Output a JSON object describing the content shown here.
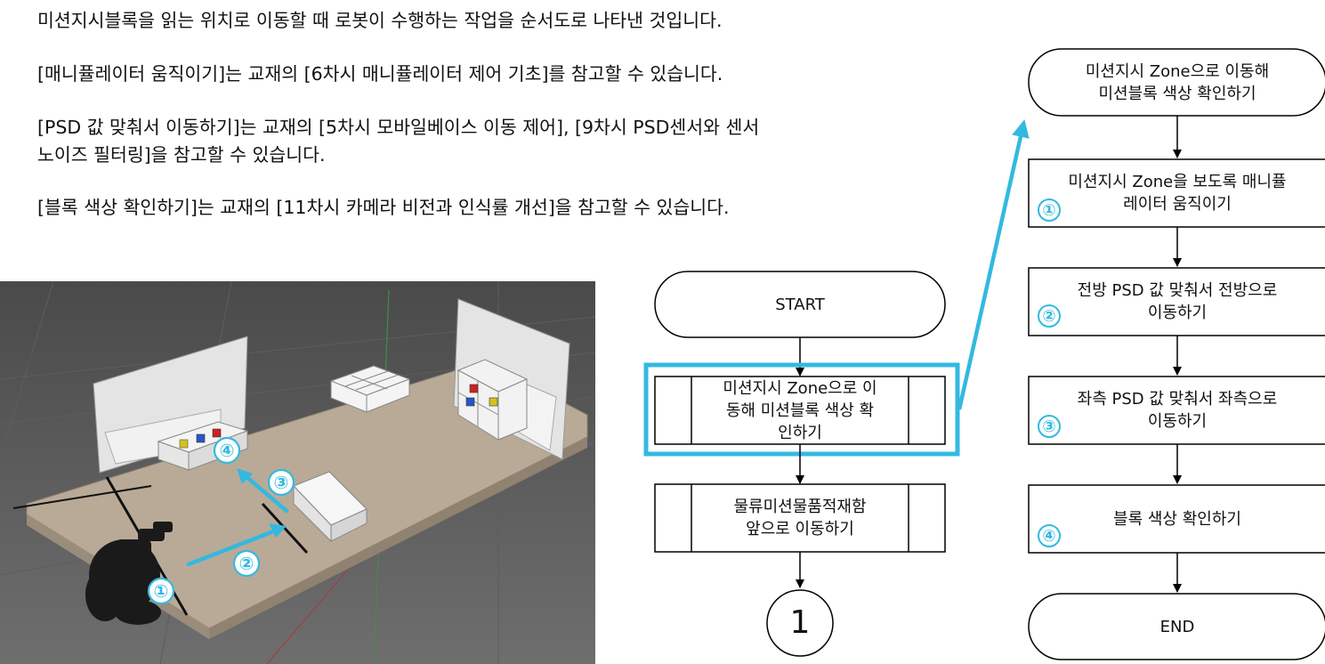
{
  "instructions": {
    "p1": "미션지시블록을 읽는 위치로 이동할 때 로봇이 수행하는 작업을 순서도로 나타낸 것입니다.",
    "p2": "[매니퓰레이터 움직이기]는 교재의 [6차시 매니퓰레이터 제어 기초]를 참고할 수 있습니다.",
    "p3": "[PSD 값 맞춰서 이동하기]는 교재의 [5차시 모바일베이스 이동 제어], [9차시 PSD센서와 센서\n노이즈 필터링]을 참고할 수 있습니다.",
    "p4": "[블록 색상 확인하기]는 교재의 [11차시 카메라 비전과 인식률 개선]을 참고할 수 있습니다."
  },
  "scene": {
    "markers": [
      "①",
      "②",
      "③",
      "④"
    ]
  },
  "main_flow": {
    "start": "START",
    "process1": "미션지시 Zone으로 이\n동해 미션블록 색상 확\n인하기",
    "process2": "물류미션물품적재함\n앞으로 이동하기",
    "connector": "1"
  },
  "sub_flow": {
    "start": "미션지시 Zone으로 이동해\n미션블록 색상 확인하기",
    "step1": {
      "num": "①",
      "text": "미션지시 Zone을 보도록 매니퓰\n레이터 움직이기"
    },
    "step2": {
      "num": "②",
      "text": "전방 PSD 값 맞춰서 전방으로\n이동하기"
    },
    "step3": {
      "num": "③",
      "text": "좌측 PSD 값 맞춰서 좌측으로\n이동하기"
    },
    "step4": {
      "num": "④",
      "text": "블록 색상 확인하기"
    },
    "end": "END"
  },
  "colors": {
    "highlight": "#33b9e0",
    "marker": "#33b9e0",
    "floor": "#b9aa97"
  }
}
